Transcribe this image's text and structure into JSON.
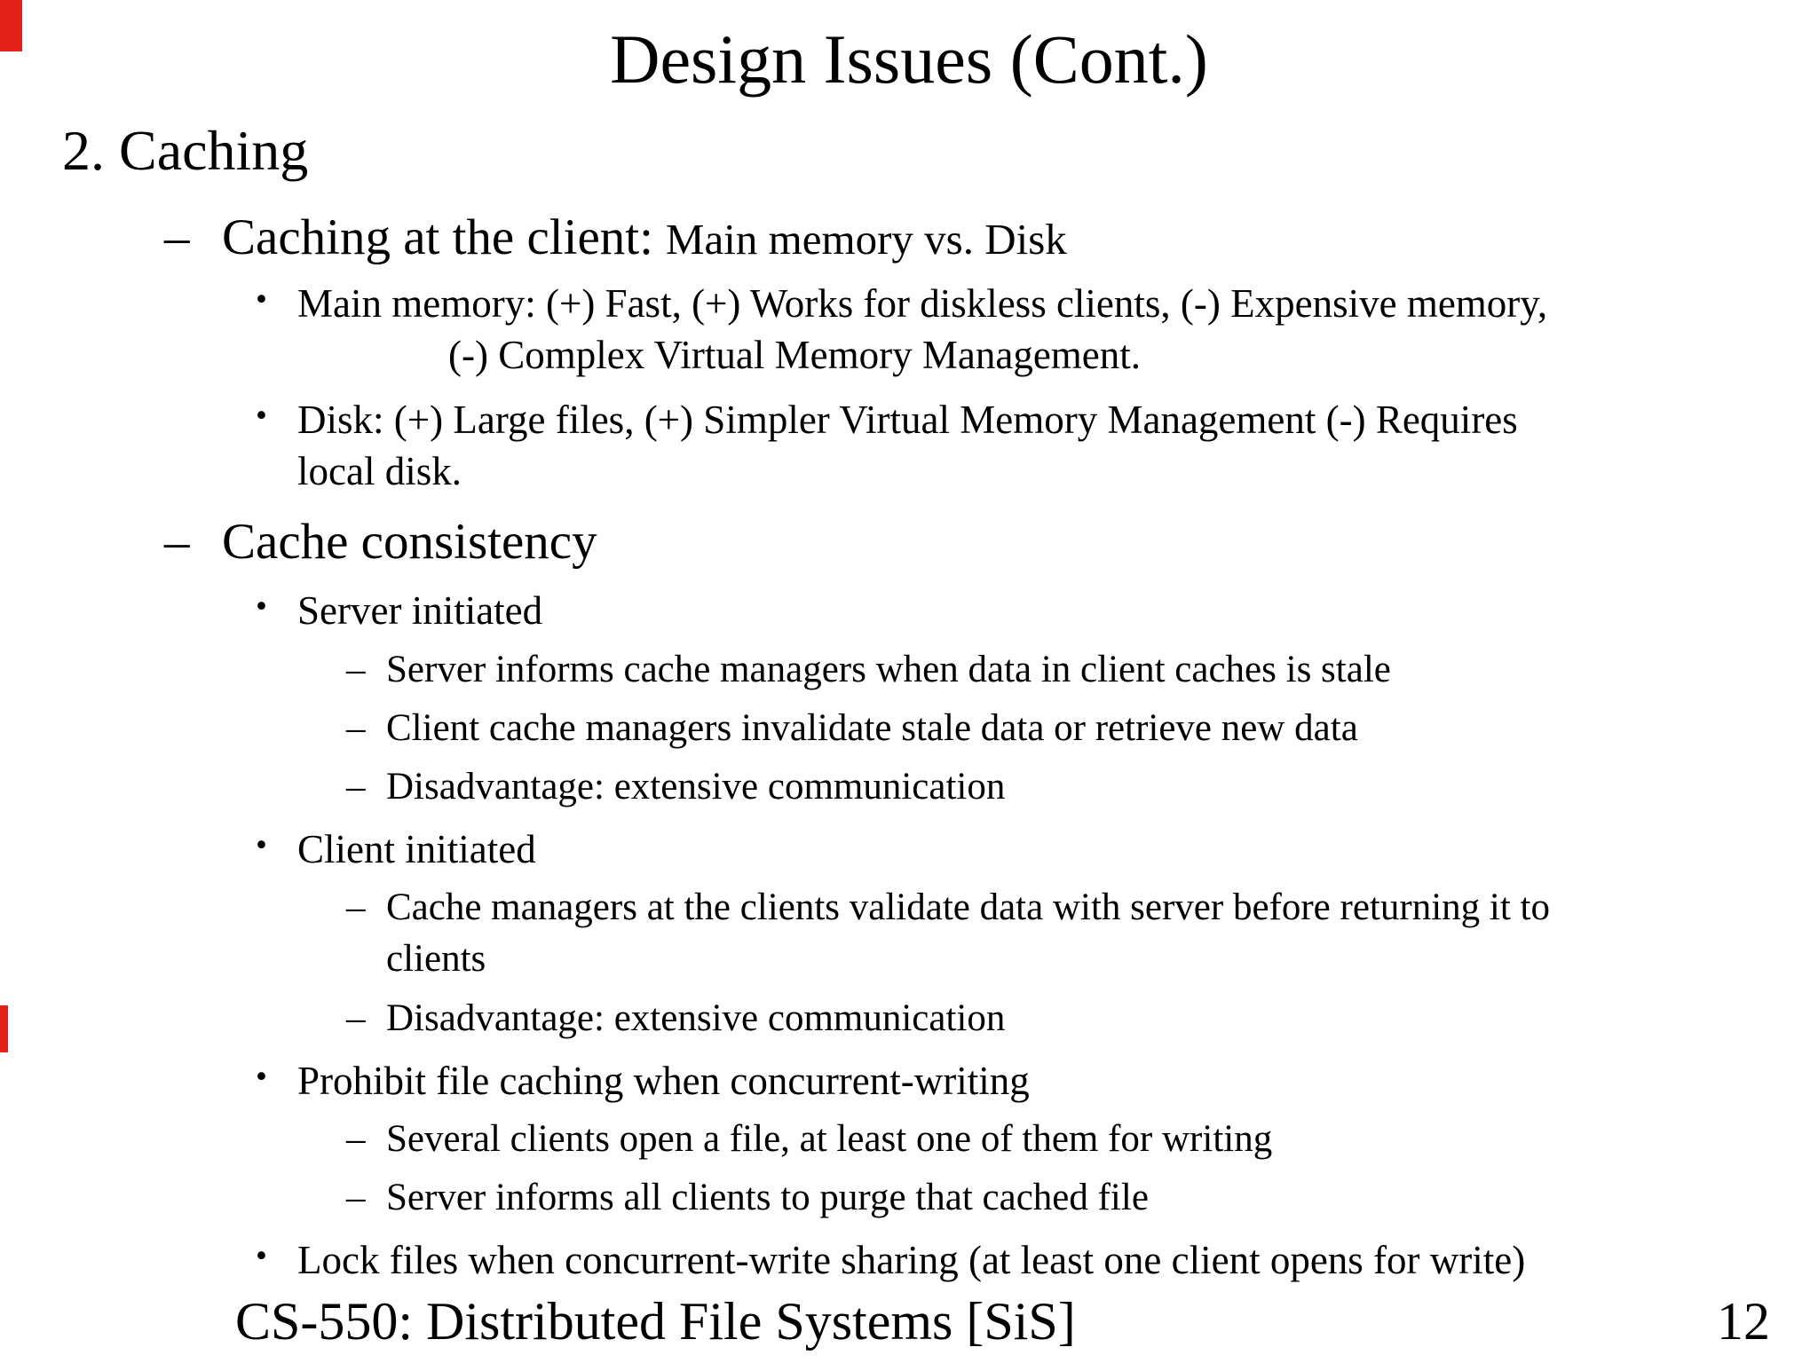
{
  "slide": {
    "title": "Design Issues (Cont.)",
    "heading": "2. Caching",
    "caching_at_client": {
      "marker": "–",
      "text": "Caching at the client:",
      "suffix": "Main memory vs. Disk"
    },
    "b_mainmem": {
      "marker": "•",
      "line1": "Main memory: (+) Fast, (+) Works for diskless clients, (-) Expensive memory,",
      "line2": "(-) Complex Virtual Memory Management."
    },
    "b_disk": {
      "marker": "•",
      "line1": "Disk: (+) Large files, (+) Simpler Virtual Memory Management (-) Requires",
      "line2": "local disk."
    },
    "cache_consistency": {
      "marker": "–",
      "text": "Cache consistency"
    },
    "b_server": {
      "marker": "•",
      "text": "Server initiated"
    },
    "d_server_1": {
      "marker": "–",
      "text": "Server informs cache managers when data in client caches is stale"
    },
    "d_server_2": {
      "marker": "–",
      "text": "Client cache managers invalidate stale data or retrieve new data"
    },
    "d_server_3": {
      "marker": "–",
      "text": "Disadvantage: extensive communication"
    },
    "b_client": {
      "marker": "•",
      "text": "Client initiated"
    },
    "d_client_1": {
      "marker": "–",
      "line1": "Cache managers at the clients validate data with server before returning it to",
      "line2": "clients"
    },
    "d_client_2": {
      "marker": "–",
      "text": "Disadvantage: extensive communication"
    },
    "b_prohibit": {
      "marker": "•",
      "text": "Prohibit file caching when concurrent-writing"
    },
    "d_prohibit_1": {
      "marker": "–",
      "text": "Several clients open a file, at least one of them for writing"
    },
    "d_prohibit_2": {
      "marker": "–",
      "text": "Server informs all clients to purge that cached file"
    },
    "b_lock": {
      "marker": "•",
      "text": "Lock files when concurrent-write sharing (at least one client opens for write)"
    },
    "footer": {
      "course": "CS-550: Distributed File Systems [SiS]",
      "page_number": "12"
    },
    "artifacts": {
      "edge_marker_color": "#e32119"
    }
  }
}
